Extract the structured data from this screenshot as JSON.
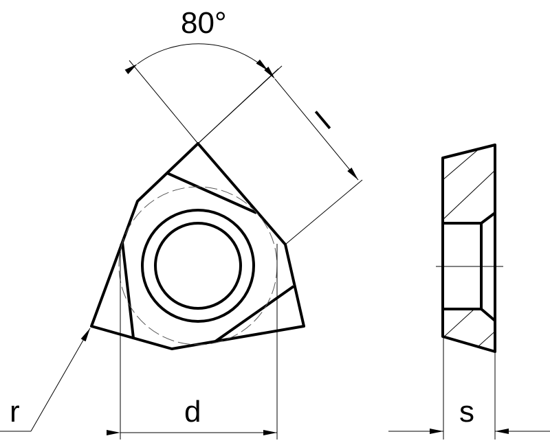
{
  "labels": {
    "angle": "80°",
    "edge_length": "l",
    "inscribed_diameter": "d",
    "corner_radius": "r",
    "thickness": "s"
  }
}
